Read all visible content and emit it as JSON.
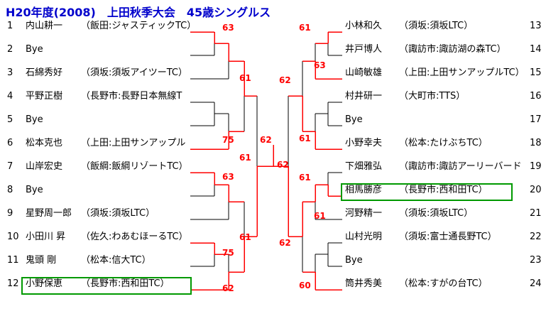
{
  "title": "H20年度(2008)　上田秋季大会　45歳シングルス",
  "colors": {
    "title_text": "#0000cc",
    "bracket_line": "#000000",
    "winner_path": "#ff0000",
    "score_text": "#ff0000",
    "highlight_box": "#009900"
  },
  "left": [
    {
      "num": "1",
      "name": "内山耕一",
      "club": "（飯田:ジャスティックTC）"
    },
    {
      "num": "2",
      "name": "Bye",
      "club": ""
    },
    {
      "num": "3",
      "name": "石綿秀好",
      "club": "（須坂:須坂アイツーTC）"
    },
    {
      "num": "4",
      "name": "平野正樹",
      "club": "（長野市:長野日本無線T"
    },
    {
      "num": "5",
      "name": "Bye",
      "club": ""
    },
    {
      "num": "6",
      "name": "松本克也",
      "club": "（上田:上田サンアップル"
    },
    {
      "num": "7",
      "name": "山岸宏史",
      "club": "（飯綱:飯綱リゾートTC）"
    },
    {
      "num": "8",
      "name": "Bye",
      "club": ""
    },
    {
      "num": "9",
      "name": "星野周一郎",
      "club": "（須坂:須坂LTC）"
    },
    {
      "num": "10",
      "name": "小田川 昇",
      "club": "（佐久:わあむほーるTC）"
    },
    {
      "num": "11",
      "name": "鬼頭 剛",
      "club": "（松本:信大TC）"
    },
    {
      "num": "12",
      "name": "小野保恵",
      "club": "（長野市:西和田TC）"
    }
  ],
  "right": [
    {
      "num": "13",
      "name": "小林和久",
      "club": "（須坂:須坂LTC）"
    },
    {
      "num": "14",
      "name": "井戸博人",
      "club": "（諏訪市:諏訪湖の森TC）"
    },
    {
      "num": "15",
      "name": "山崎敏雄",
      "club": "（上田:上田サンアップルTC）"
    },
    {
      "num": "16",
      "name": "村井研一",
      "club": "（大町市:TTS）"
    },
    {
      "num": "17",
      "name": "Bye",
      "club": ""
    },
    {
      "num": "18",
      "name": "小野幸夫",
      "club": "（松本:たけぶちTC）"
    },
    {
      "num": "19",
      "name": "下畑雅弘",
      "club": "（諏訪市:諏訪アーリーバード"
    },
    {
      "num": "20",
      "name": "相馬勝彦",
      "club": "（長野市:西和田TC）"
    },
    {
      "num": "21",
      "name": "河野精一",
      "club": "（須坂:須坂LTC）"
    },
    {
      "num": "22",
      "name": "山村光明",
      "club": "（須坂:富士通長野TC）"
    },
    {
      "num": "23",
      "name": "Bye",
      "club": ""
    },
    {
      "num": "24",
      "name": "筒井秀美",
      "club": "（松本:すがの台TC）"
    }
  ],
  "highlighted_players": [
    "小野保恵",
    "相馬勝彦"
  ],
  "scores": [
    {
      "id": "left-2nd-round-group1",
      "value": "63"
    },
    {
      "id": "left-quarterfinal-top",
      "value": "61"
    },
    {
      "id": "left-2nd-round-group2",
      "value": "75"
    },
    {
      "id": "left-semifinal",
      "value": "61"
    },
    {
      "id": "left-2nd-round-group3",
      "value": "63"
    },
    {
      "id": "left-quarterfinal-bottom",
      "value": "61"
    },
    {
      "id": "left-1st-round-group4",
      "value": "75"
    },
    {
      "id": "left-2nd-round-group4",
      "value": "62"
    },
    {
      "id": "final",
      "value": "62"
    },
    {
      "id": "right-1st-round-group1",
      "value": "61"
    },
    {
      "id": "right-2nd-round-group1",
      "value": "63"
    },
    {
      "id": "right-quarterfinal-top",
      "value": "62"
    },
    {
      "id": "right-2nd-round-group2",
      "value": "61"
    },
    {
      "id": "right-semifinal",
      "value": "62"
    },
    {
      "id": "right-1st-round-group3",
      "value": "61"
    },
    {
      "id": "right-2nd-round-group3",
      "value": "61"
    },
    {
      "id": "right-quarterfinal-bottom",
      "value": "62"
    },
    {
      "id": "right-2nd-round-group4",
      "value": "60"
    }
  ]
}
